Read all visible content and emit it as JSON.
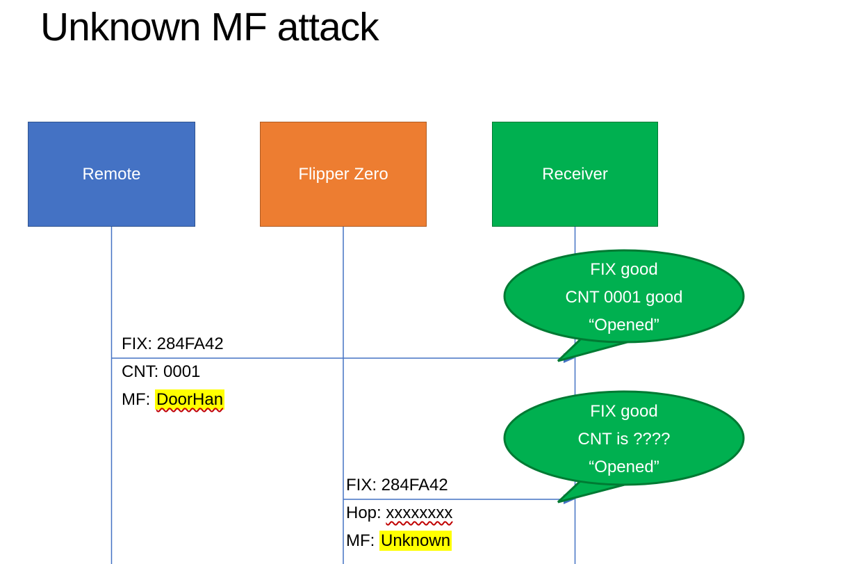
{
  "title": "Unknown MF attack",
  "actors": [
    {
      "label": "Remote",
      "fill": "#4472C4",
      "border": "#2F528F"
    },
    {
      "label": "Flipper Zero",
      "fill": "#ED7D31",
      "border": "#AE5A21"
    },
    {
      "label": "Receiver",
      "fill": "#00B050",
      "border": "#007A33"
    }
  ],
  "callouts": [
    {
      "lines": [
        "FIX good",
        "CNT 0001 good",
        "“Opened”"
      ],
      "fill": "#00B050",
      "border": "#007A33"
    },
    {
      "lines": [
        "FIX good",
        "CNT is ????",
        "“Opened”"
      ],
      "fill": "#00B050",
      "border": "#007A33"
    }
  ],
  "messages": [
    {
      "from": "Remote",
      "to": "Receiver",
      "label_lines": [
        {
          "prefix": "FIX: ",
          "value": "284FA42"
        },
        {
          "prefix": "CNT: ",
          "value": "0001"
        },
        {
          "prefix": "MF: ",
          "value": "DoorHan"
        }
      ]
    },
    {
      "from": "Flipper Zero",
      "to": "Receiver",
      "label_lines": [
        {
          "prefix": "FIX: ",
          "value": "284FA42"
        },
        {
          "prefix": "Hop: ",
          "value": "xxxxxxxx"
        },
        {
          "prefix": "MF: ",
          "value": "Unknown"
        }
      ]
    }
  ],
  "colors": {
    "lifeline": "#4472C4",
    "arrow": "#4472C4",
    "highlight": "#FFFF00",
    "spellcheck_underline": "#C00000",
    "callout_fill": "#00B050",
    "callout_border": "#007A33"
  }
}
